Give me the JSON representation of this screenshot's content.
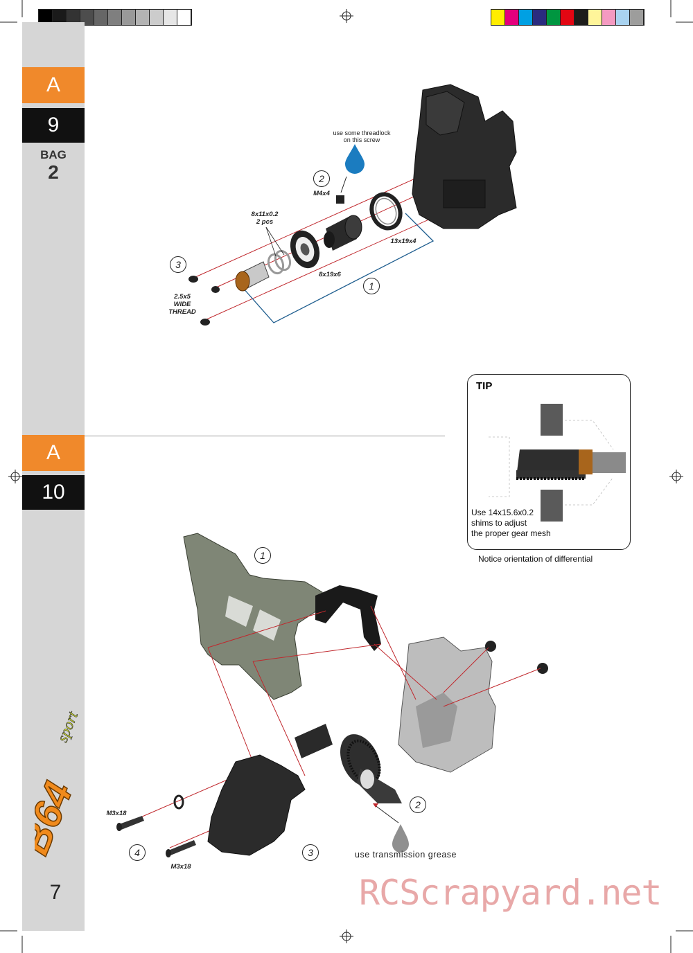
{
  "colors": {
    "orange": "#f0892b",
    "black": "#111111",
    "sidebar": "#d6d6d6",
    "watermark": "#e8a8a8",
    "red": "#c0282d",
    "blue": "#1f5e8f"
  },
  "step_a9": {
    "letter": "A",
    "number": "9",
    "bag_label": "BAG",
    "bag_number": "2"
  },
  "step_a10": {
    "letter": "A",
    "number": "10"
  },
  "page_number": "7",
  "labels": {
    "threadlock": "use some threadlock\non this screw",
    "m4x4": "M4x4",
    "shim": "8x11x0.2\n2 pcs",
    "bearing_13": "13x19x4",
    "bearing_8": "8x19x6",
    "screw_25": "2.5x5\nWIDE\nTHREAD",
    "m3x18_a": "M3x18",
    "m3x18_b": "M3x18"
  },
  "callouts": {
    "a9_1": "1",
    "a9_2": "2",
    "a9_3": "3",
    "a10_1": "1",
    "a10_2": "2",
    "a10_3": "3",
    "a10_4": "4"
  },
  "tip": {
    "title": "TIP",
    "text": "Use 14x15.6x0.2\nshims to adjust\nthe proper gear mesh",
    "notice": "Notice orientation of differential"
  },
  "grease_note": "use transmission grease",
  "logo_text": "sport",
  "watermark": "RCScrapyard.net",
  "grey_swatches": [
    "#000000",
    "#1a1a1a",
    "#333333",
    "#4d4d4d",
    "#666666",
    "#7f7f7f",
    "#999999",
    "#b3b3b3",
    "#cccccc",
    "#e6e6e6",
    "#ffffff"
  ],
  "color_swatches": [
    "#ffed00",
    "#e4007d",
    "#00a0e3",
    "#2a2b7f",
    "#009640",
    "#e30613",
    "#1d1d1b",
    "#fff59a",
    "#f49ac1",
    "#a9d3f0",
    "#9d9d9c"
  ]
}
